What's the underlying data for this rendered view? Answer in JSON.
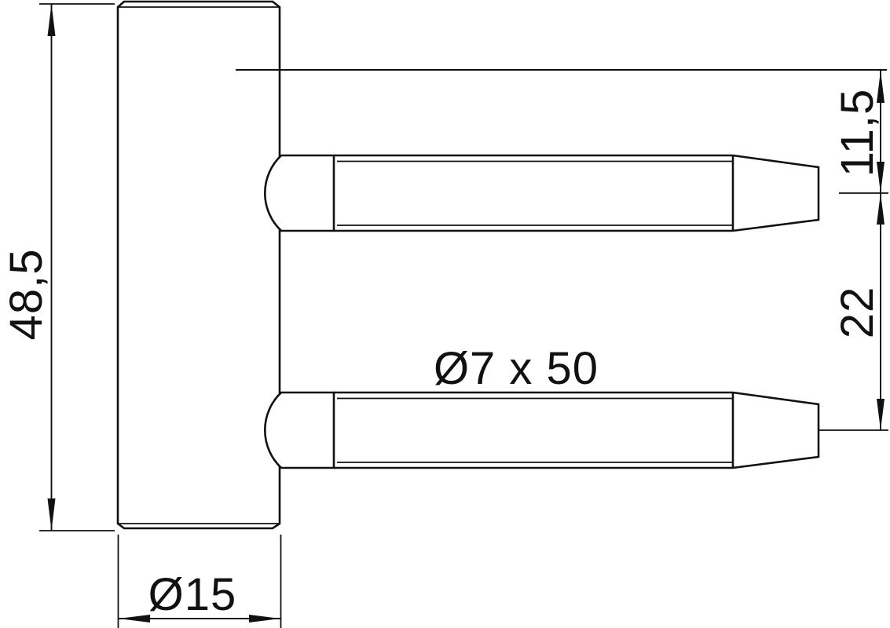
{
  "drawing": {
    "kind": "technical-dimension-drawing",
    "subject": "hinge barrel with two mounting pins, side view",
    "colors": {
      "background": "#ffffff",
      "line": "#111111"
    },
    "labels": {
      "overall_height": "48,5",
      "barrel_diameter": "Ø15",
      "pin_spec": "Ø7 x 50",
      "top_to_pin_center": "11,5",
      "pin_center_spacing": "22"
    }
  }
}
